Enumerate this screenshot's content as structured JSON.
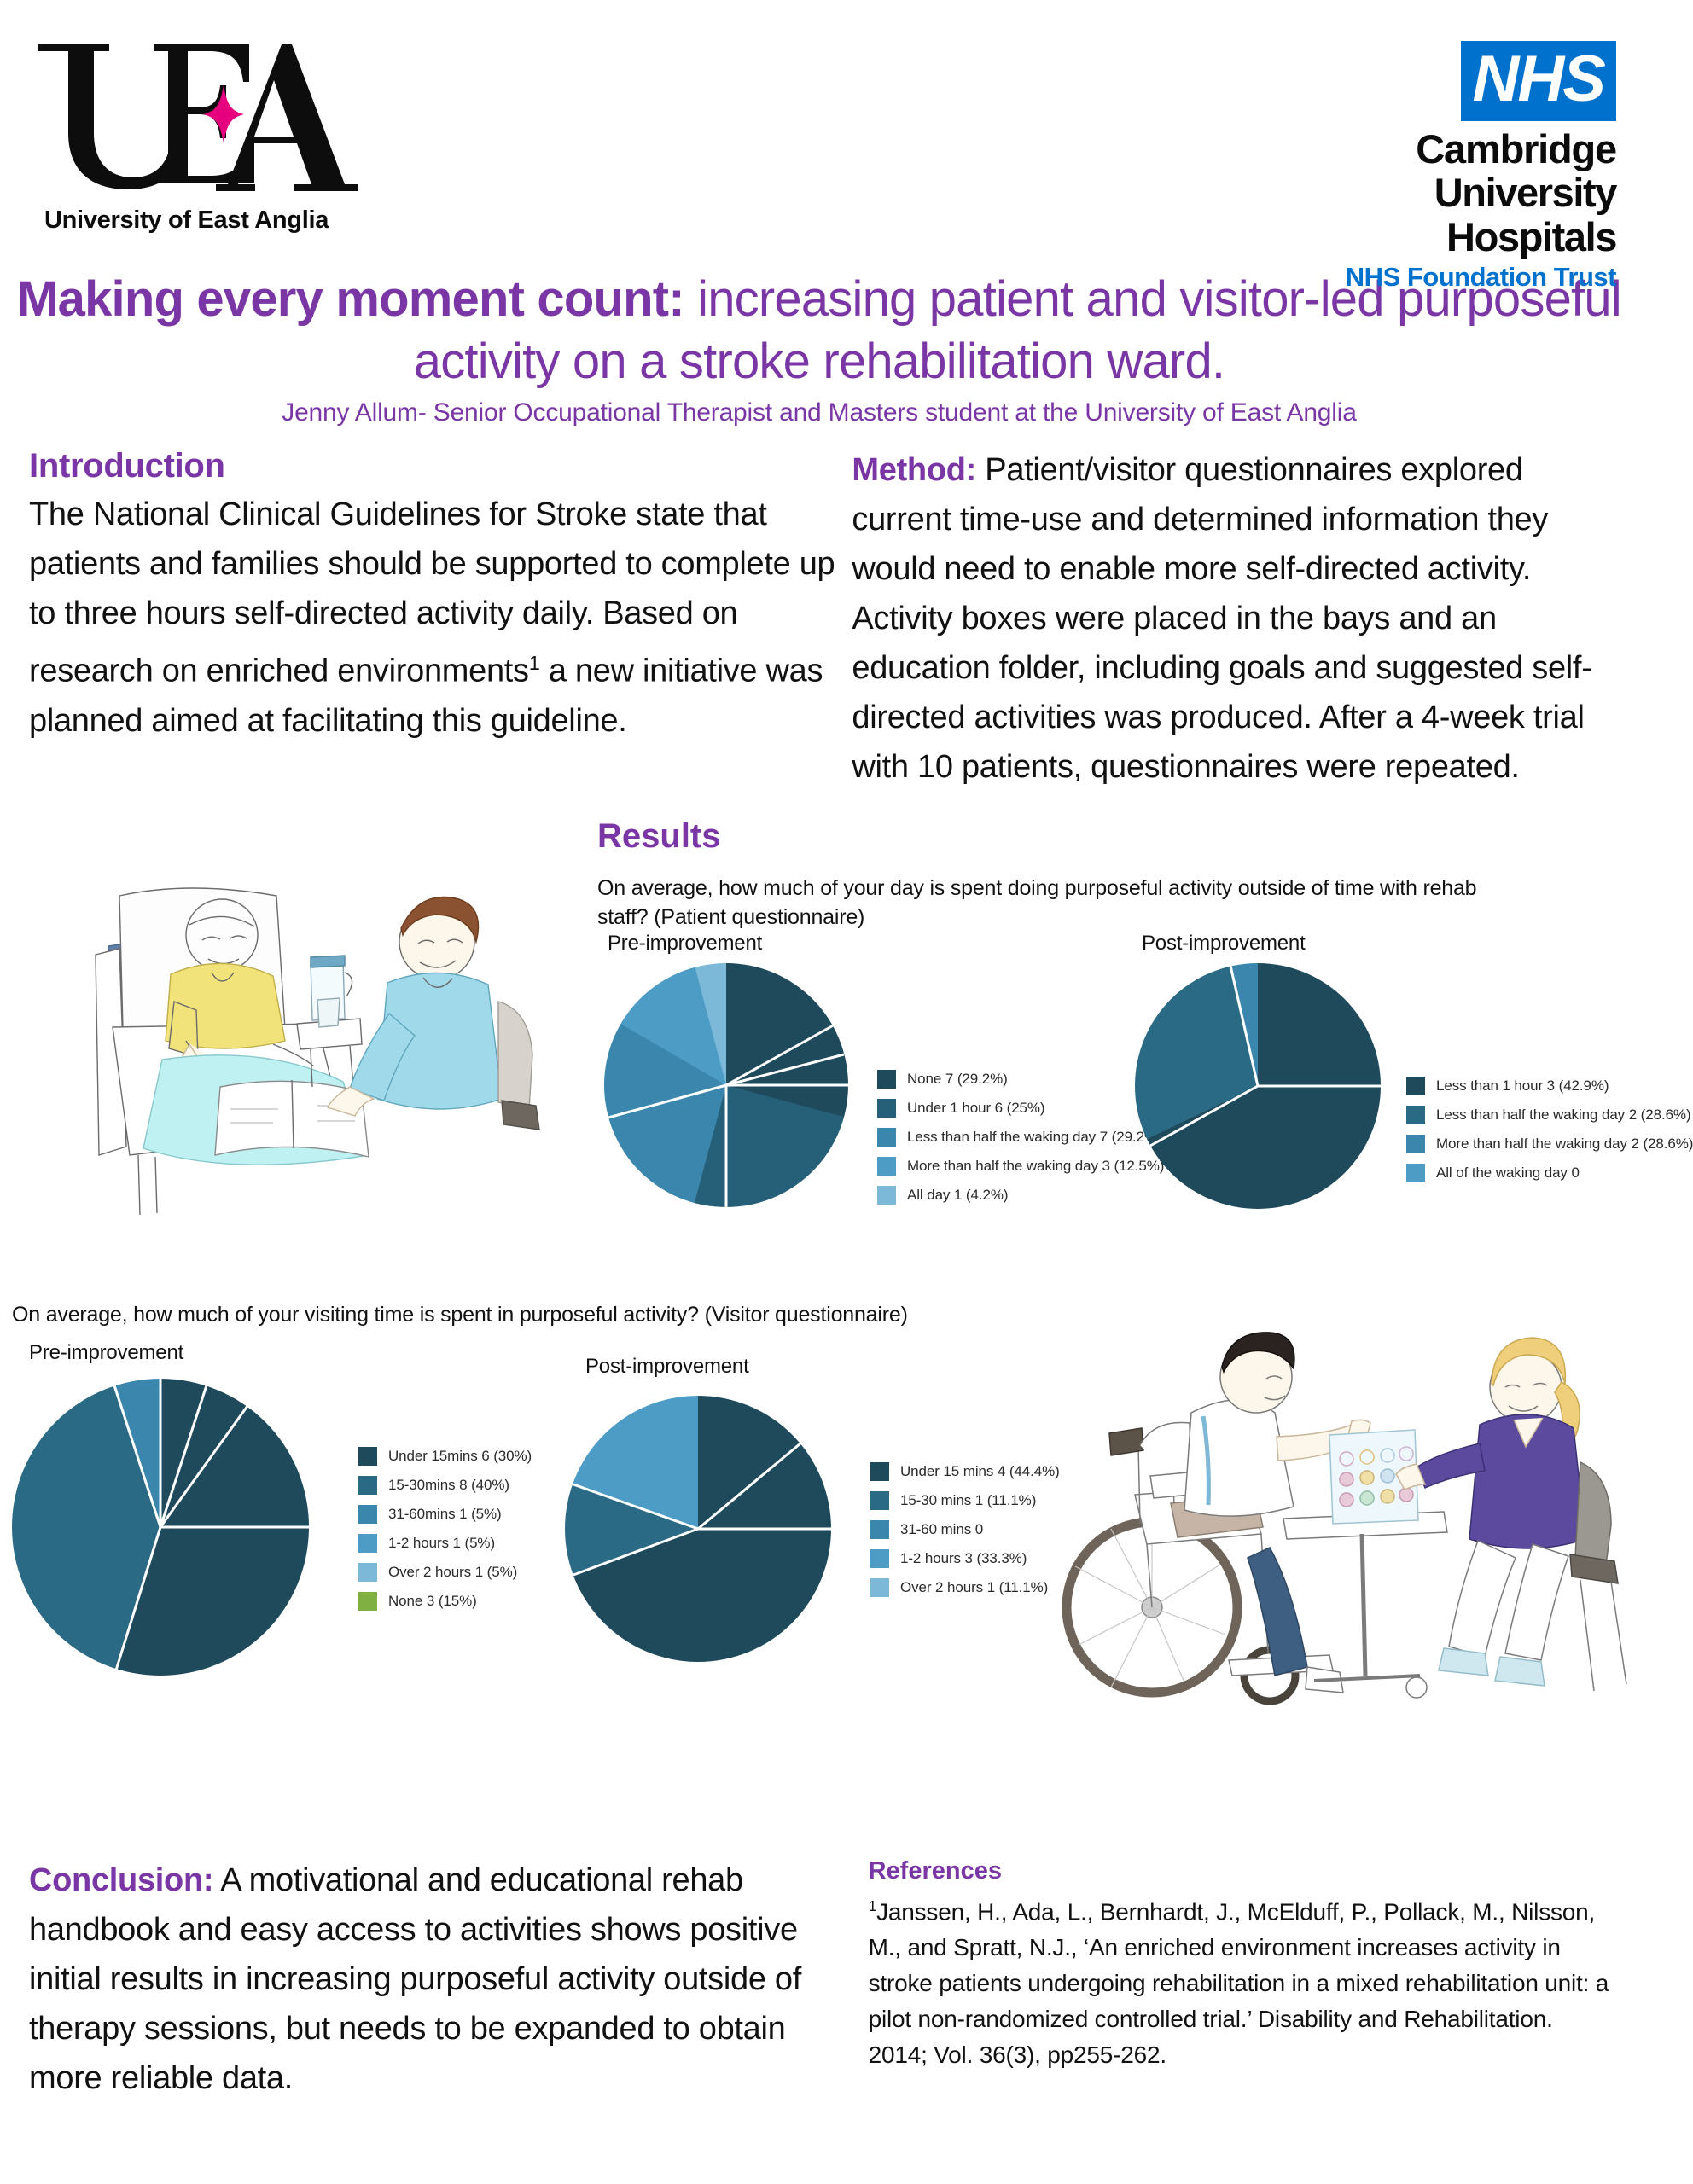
{
  "header": {
    "uea": {
      "caption": "University of East Anglia",
      "mark_alt": "uea-logo-mark",
      "brand_pink": "#e6007e"
    },
    "nhs": {
      "box": "NHS",
      "line1": "Cambridge",
      "line2": "University Hospitals",
      "line3": "NHS Foundation Trust",
      "brand_blue": "#0072ce"
    }
  },
  "title": {
    "bold_part": "Making every moment count:",
    "rest_part": " increasing patient and visitor-led purposeful activity on a stroke rehabilitation ward.",
    "author": "Jenny Allum- Senior Occupational Therapist and Masters student at the University of East Anglia",
    "accent_color": "#7a36a5"
  },
  "introduction": {
    "heading": "Introduction",
    "text_before_sup": "The National Clinical Guidelines for Stroke state that patients and families should be supported to complete up to three hours self-directed activity daily. Based on research on enriched environments",
    "sup": "1",
    "text_after_sup": " a new initiative was planned aimed at facilitating this guideline."
  },
  "method": {
    "heading": "Method:",
    "text": " Patient/visitor questionnaires explored current time-use and determined information they would need to enable more self-directed activity. Activity boxes were placed in the bays and an education folder, including goals and suggested self-directed activities was produced. After a 4-week trial with 10 patients, questionnaires were repeated."
  },
  "results": {
    "heading": "Results",
    "patient_question": "On average, how much of your day is spent doing purposeful activity outside of time with rehab staff? (Patient questionnaire)",
    "visitor_question": "On average, how much of your visiting time is spent in purposeful activity? (Visitor questionnaire)",
    "pre_label": "Pre-improvement",
    "post_label": "Post-improvement",
    "illustration_1": "patient-in-bed-with-visitor-reading-illustration",
    "illustration_2": "wheelchair-user-playing-game-with-visitor-illustration"
  },
  "conclusion": {
    "heading": "Conclusion:",
    "text": " A motivational and educational rehab handbook and easy access to activities shows positive initial results in increasing purposeful activity outside of therapy sessions, but needs to be expanded to obtain more reliable data."
  },
  "references": {
    "heading": "References",
    "sup": "1",
    "text": "Janssen, H., Ada, L., Bernhardt, J., McElduff, P., Pollack, M., Nilsson, M., and Spratt, N.J.,  ‘An enriched environment increases activity in stroke patients undergoing rehabilitation in a mixed rehabilitation unit: a pilot non-randomized controlled trial.’ Disability and Rehabilitation. 2014; Vol. 36(3), pp255-262."
  },
  "chart_data": [
    {
      "type": "pie",
      "id": "patient-pre",
      "title": "On average, how much of your day is spent doing purposeful activity outside of time with rehab staff? (Patient questionnaire)",
      "subtitle": "Pre-improvement",
      "legend_position": "right",
      "categories": [
        "None",
        "Under 1 hour",
        "Less than half the waking day",
        "More than half the waking day",
        "All day"
      ],
      "values": [
        7,
        6,
        7,
        3,
        1
      ],
      "percents": [
        "29.2%",
        "25%",
        "29.2%",
        "12.5%",
        "4.2%"
      ],
      "labels": [
        "None  7 (29.2%)",
        "Under 1 hour  6 (25%)",
        "Less than half the waking day  7 (29.2%)",
        "More than half the waking day  3 (12.5%)",
        "All day  1 (4.2%)"
      ],
      "colors": [
        "#1e4a5c",
        "#255f78",
        "#3a86ad",
        "#4c9cc6",
        "#7cb9d8"
      ]
    },
    {
      "type": "pie",
      "id": "patient-post",
      "subtitle": "Post-improvement",
      "legend_position": "right",
      "categories": [
        "Less than 1 hour",
        "Less than half the waking day",
        "More than half the waking day",
        "All of the waking day"
      ],
      "values": [
        3,
        2,
        2,
        0
      ],
      "percents": [
        "42.9%",
        "28.6%",
        "28.6%",
        ""
      ],
      "labels": [
        "Less than 1 hour  3 (42.9%)",
        "Less than half the waking day  2 (28.6%)",
        "More than half the waking day  2 (28.6%)",
        "All of the waking day  0"
      ],
      "colors": [
        "#1e4a5c",
        "#2b6a84",
        "#3a86ad",
        "#4c9cc6"
      ]
    },
    {
      "type": "pie",
      "id": "visitor-pre",
      "title": "On average, how much of your visiting time is spent in purposeful activity? (Visitor questionnaire)",
      "subtitle": "Pre-improvement",
      "legend_position": "right",
      "categories": [
        "Under 15mins",
        "15-30mins",
        "31-60mins",
        "1-2 hours",
        "Over 2 hours",
        "None"
      ],
      "values": [
        6,
        8,
        1,
        1,
        1,
        3
      ],
      "percents": [
        "30%",
        "40%",
        "5%",
        "5%",
        "5%",
        "15%"
      ],
      "labels": [
        "Under 15mins  6 (30%)",
        "15-30mins  8 (40%)",
        "31-60mins  1 (5%)",
        "1-2 hours  1 (5%)",
        "Over 2 hours  1 (5%)",
        "None  3 (15%)"
      ],
      "colors": [
        "#1e4a5c",
        "#2b6a84",
        "#3a86ad",
        "#4c9cc6",
        "#7cb9d8",
        "#7fb041"
      ]
    },
    {
      "type": "pie",
      "id": "visitor-post",
      "subtitle": "Post-improvement",
      "legend_position": "right",
      "categories": [
        "Under 15 mins",
        "15-30 mins",
        "31-60 mins",
        "1-2 hours",
        "Over 2 hours"
      ],
      "values": [
        4,
        1,
        0,
        3,
        1
      ],
      "percents": [
        "44.4%",
        "11.1%",
        "",
        "33.3%",
        "11.1%"
      ],
      "labels": [
        "Under 15 mins  4 (44.4%)",
        "15-30 mins  1 (11.1%)",
        "31-60 mins  0",
        "1-2 hours  3 (33.3%)",
        "Over 2 hours  1 (11.1%)"
      ],
      "colors": [
        "#1e4a5c",
        "#2b6a84",
        "#3a86ad",
        "#4c9cc6",
        "#7cb9d8"
      ]
    }
  ]
}
